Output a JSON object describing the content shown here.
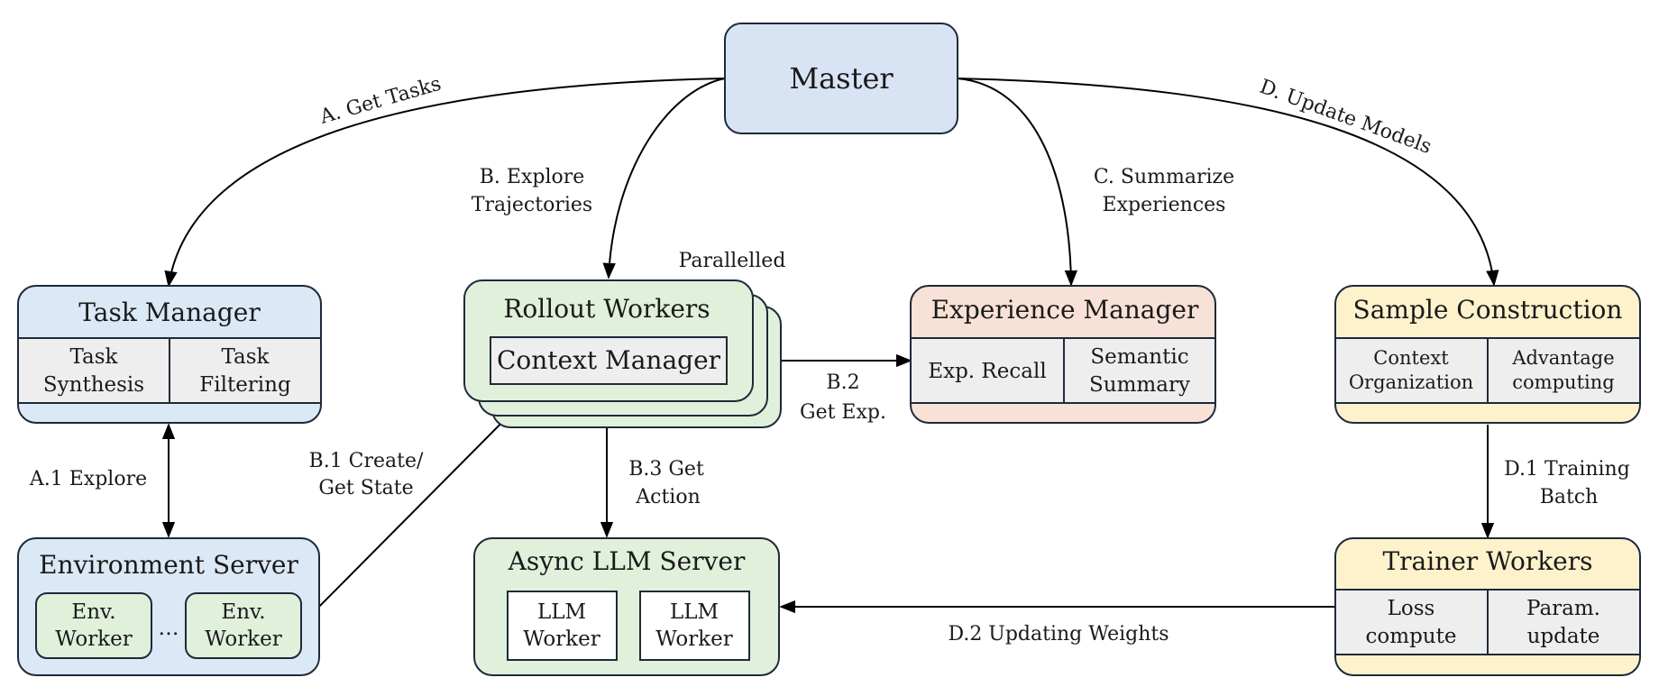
{
  "colors": {
    "master_fill": "#d8e3f4",
    "blue_fill": "#dbe8f6",
    "green_fill": "#e0f0da",
    "pink_fill": "#f8e1d6",
    "yellow_fill": "#fdf2cc",
    "cell_fill": "#eeeeee",
    "stroke": "#1e2a3a"
  },
  "master": {
    "label": "Master"
  },
  "task_manager": {
    "title": "Task Manager",
    "cell1_l1": "Task",
    "cell1_l2": "Synthesis",
    "cell2_l1": "Task",
    "cell2_l2": "Filtering"
  },
  "rollout": {
    "title": "Rollout Workers",
    "context_manager": "Context Manager",
    "parallel_label": "Parallelled"
  },
  "experience_manager": {
    "title": "Experience Manager",
    "cell1": "Exp. Recall",
    "cell2_l1": "Semantic",
    "cell2_l2": "Summary"
  },
  "sample_construction": {
    "title": "Sample Construction",
    "cell1_l1": "Context",
    "cell1_l2": "Organization",
    "cell2_l1": "Advantage",
    "cell2_l2": "computing"
  },
  "environment_server": {
    "title": "Environment Server",
    "worker_l1": "Env.",
    "worker_l2": "Worker",
    "ellipsis": "…"
  },
  "llm_server": {
    "title": "Async LLM Server",
    "worker_l1": "LLM",
    "worker_l2": "Worker"
  },
  "trainer_workers": {
    "title": "Trainer Workers",
    "cell1_l1": "Loss",
    "cell1_l2": "compute",
    "cell2_l1": "Param.",
    "cell2_l2": "update"
  },
  "edges": {
    "a": "A. Get Tasks",
    "b_l1": "B. Explore",
    "b_l2": "Trajectories",
    "c_l1": "C. Summarize",
    "c_l2": "Experiences",
    "d": "D. Update Models",
    "a1": "A.1 Explore",
    "b1_l1": "B.1 Create/",
    "b1_l2": "Get State",
    "b2_l1": "B.2",
    "b2_l2": "Get Exp.",
    "b3_l1": "B.3 Get",
    "b3_l2": "Action",
    "d1_l1": "D.1 Training",
    "d1_l2": "Batch",
    "d2": "D.2 Updating Weights"
  }
}
